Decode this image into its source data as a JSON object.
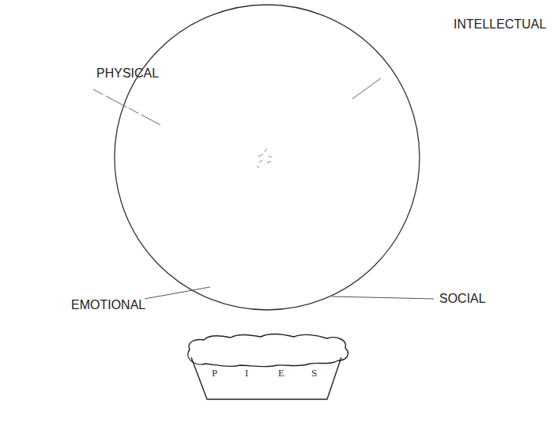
{
  "diagram": {
    "labels": [
      "INTELLECTUAL",
      "PHYSICAL",
      "EMOTIONAL",
      "SOCIAL",
      "P",
      "I",
      "E",
      "S"
    ]
  }
}
